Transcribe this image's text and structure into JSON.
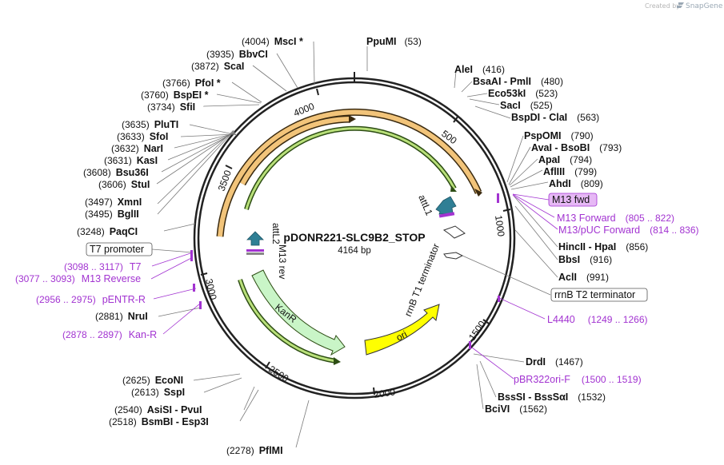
{
  "credit": {
    "prefix": "Created by",
    "brand": "SnapGene"
  },
  "plasmid": {
    "name": "pDONR221-SLC9B2_STOP",
    "length_label": "4164 bp",
    "length": 4164
  },
  "ticks": [
    "500",
    "1000",
    "1500",
    "2000",
    "2500",
    "3000",
    "3500",
    "4000"
  ],
  "sites": [
    {
      "name": "PpuMI",
      "pos": "(53)"
    },
    {
      "name": "AleI",
      "pos": "(416)"
    },
    {
      "name": "BsaAI  -  PmlI",
      "pos": "(480)"
    },
    {
      "name": "Eco53kI",
      "pos": "(523)"
    },
    {
      "name": "SacI",
      "pos": "(525)"
    },
    {
      "name": "BspDI  -  ClaI",
      "pos": "(563)"
    },
    {
      "name": "PspOMI",
      "pos": "(790)"
    },
    {
      "name": "AvaI  -  BsoBI",
      "pos": "(793)"
    },
    {
      "name": "ApaI",
      "pos": "(794)"
    },
    {
      "name": "AflIII",
      "pos": "(799)"
    },
    {
      "name": "AhdI",
      "pos": "(809)"
    },
    {
      "name": "HincII  -  HpaI",
      "pos": "(856)"
    },
    {
      "name": "BbsI",
      "pos": "(916)"
    },
    {
      "name": "AclI",
      "pos": "(991)"
    },
    {
      "name": "DrdI",
      "pos": "(1467)"
    },
    {
      "name": "BssSI  -  BssSαI",
      "pos": "(1532)"
    },
    {
      "name": "BciVI",
      "pos": "(1562)"
    },
    {
      "name": "PflMI",
      "pos": "(2278)"
    },
    {
      "name": "BsmBI  -  Esp3I",
      "pos": "(2518)"
    },
    {
      "name": "AsiSI  -  PvuI",
      "pos": "(2540)"
    },
    {
      "name": "SspI",
      "pos": "(2613)"
    },
    {
      "name": "EcoNI",
      "pos": "(2625)"
    },
    {
      "name": "NruI",
      "pos": "(2881)"
    },
    {
      "name": "PaqCI",
      "pos": "(3248)"
    },
    {
      "name": "BglII",
      "pos": "(3495)"
    },
    {
      "name": "XmnI",
      "pos": "(3497)"
    },
    {
      "name": "StuI",
      "pos": "(3606)"
    },
    {
      "name": "Bsu36I",
      "pos": "(3608)"
    },
    {
      "name": "KasI",
      "pos": "(3631)"
    },
    {
      "name": "NarI",
      "pos": "(3632)"
    },
    {
      "name": "SfoI",
      "pos": "(3633)"
    },
    {
      "name": "PluTI",
      "pos": "(3635)"
    },
    {
      "name": "SfiI",
      "pos": "(3734)"
    },
    {
      "name": "BspEI *",
      "pos": "(3760)"
    },
    {
      "name": "PfoI *",
      "pos": "(3766)"
    },
    {
      "name": "ScaI",
      "pos": "(3872)"
    },
    {
      "name": "BbvCI",
      "pos": "(3935)"
    },
    {
      "name": "MscI *",
      "pos": "(4004)"
    }
  ],
  "primers": [
    {
      "name": "M13 fwd",
      "pos": ""
    },
    {
      "name": "M13 Forward",
      "pos": "(805 .. 822)"
    },
    {
      "name": "M13/pUC Forward",
      "pos": "(814 .. 836)"
    },
    {
      "name": "L4440",
      "pos": "(1249 .. 1266)"
    },
    {
      "name": "pBR322ori-F",
      "pos": "(1500 .. 1519)"
    },
    {
      "name": "Kan-R",
      "pos": "(2878 .. 2897)"
    },
    {
      "name": "pENTR-R",
      "pos": "(2956 .. 2975)"
    },
    {
      "name": "M13 Reverse",
      "pos": "(3077 .. 3093)"
    },
    {
      "name": "T7",
      "pos": "(3098 .. 3117)"
    }
  ],
  "boxed_features": [
    "rrnB T2 terminator",
    "T7 promoter"
  ],
  "features": [
    {
      "name": "attL1"
    },
    {
      "name": "rrnB T1 terminator"
    },
    {
      "name": "ori"
    },
    {
      "name": "KanR"
    },
    {
      "name": "attL2"
    },
    {
      "name": "M13 rev"
    }
  ],
  "colors": {
    "backbone": "#222222",
    "attL": "#2f7f95",
    "ori": "#ffff00",
    "kanR": "#c9f5c7",
    "orange_arc": "#e8a53a",
    "green_arc": "#6aaa2f",
    "primer": "#a233d1",
    "m13_fwd_fill": "#e6b8f5"
  }
}
